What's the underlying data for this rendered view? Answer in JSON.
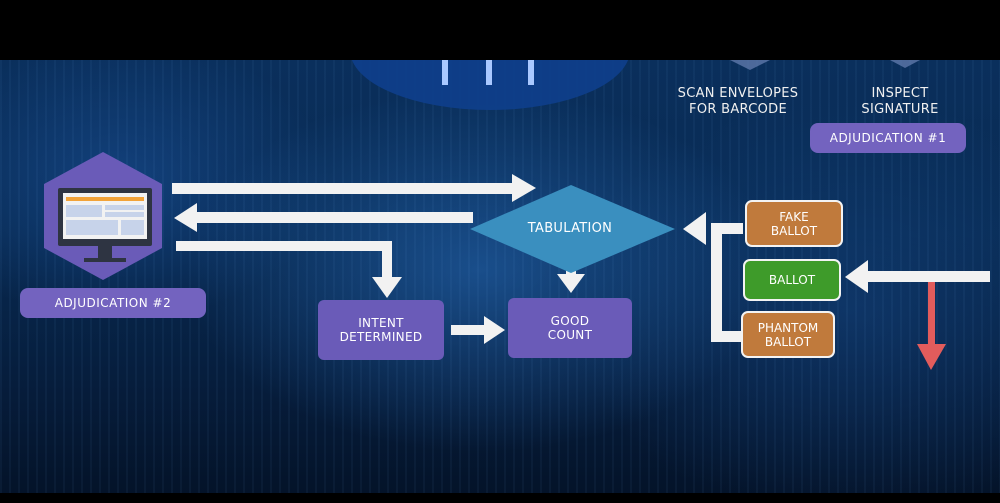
{
  "top": {
    "scan_envelopes": "SCAN ENVELOPES\nFOR BARCODE",
    "inspect_signature": "INSPECT\nSIGNATURE",
    "adjudication_1": "ADJUDICATION #1"
  },
  "left": {
    "adjudication_2": "ADJUDICATION #2"
  },
  "center": {
    "tabulation": "TABULATION",
    "intent_determined": "INTENT\nDETERMINED",
    "good_count": "GOOD\nCOUNT"
  },
  "ballots": {
    "fake": "FAKE\nBALLOT",
    "ballot": "BALLOT",
    "phantom": "PHANTOM\nBALLOT"
  },
  "colors": {
    "purple": "#6a5bb8",
    "orange": "#c07a3c",
    "green": "#3e9b2a",
    "diamond": "#3a8fbf",
    "red_arrow": "#e25c5c"
  },
  "icons": [
    "computer-monitor-icon"
  ]
}
